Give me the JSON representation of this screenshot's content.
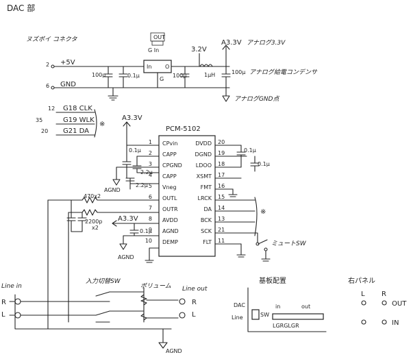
{
  "title": "DAC 部",
  "power": {
    "heading": "ヌズボイ コネクタ",
    "pin2": "2",
    "pin2_label": "+5V",
    "pin6": "6",
    "pin6_label": "GND",
    "reg_top": "OUT",
    "reg_bottom": "G In",
    "reg_in": "In",
    "reg_out": "O",
    "reg_g": "G",
    "v32": "3.2V",
    "a33": "A3.3V",
    "analog33": "アナログ3.3V",
    "c100a": "100μ",
    "c01a": "0.1μ",
    "c100b": "100μ",
    "ind": "1μH",
    "c100c": "100μ",
    "cap_note": "アナログ給電コンデンサ",
    "agnd_note": "アナログGND点"
  },
  "bus": {
    "pin12": "12",
    "pin12_label": "G18 CLK",
    "pin35": "35",
    "pin35_label": "G19 WLK",
    "pin20": "20",
    "pin20_label": "G21 DA",
    "mark": "※"
  },
  "ic": {
    "name": "PCM-5102",
    "left_pins": [
      {
        "num": "1",
        "name": "CPvin"
      },
      {
        "num": "2",
        "name": "CAPP"
      },
      {
        "num": "3",
        "name": "CPGND"
      },
      {
        "num": "4",
        "name": "CAPP"
      },
      {
        "num": "5",
        "name": "Vneg"
      },
      {
        "num": "6",
        "name": "OUTL"
      },
      {
        "num": "7",
        "name": "OUTR"
      },
      {
        "num": "8",
        "name": "AVDD"
      },
      {
        "num": "9",
        "name": "AGND"
      },
      {
        "num": "10",
        "name": "DEMP"
      }
    ],
    "right_pins": [
      {
        "num": "20",
        "name": "DVDD"
      },
      {
        "num": "19",
        "name": "DGND"
      },
      {
        "num": "18",
        "name": "LDOO"
      },
      {
        "num": "17",
        "name": "XSMT"
      },
      {
        "num": "16",
        "name": "FMT"
      },
      {
        "num": "15",
        "name": "LRCK"
      },
      {
        "num": "14",
        "name": "DA"
      },
      {
        "num": "13",
        "name": "BCK"
      },
      {
        "num": "21",
        "name": "SCK"
      },
      {
        "num": "11",
        "name": "FLT"
      }
    ]
  },
  "ic_parts": {
    "a33": "A3.3V",
    "c01": "0.1μ",
    "c22": "2.2μ",
    "c22b": "2.2μ",
    "agnd1": "AGND",
    "r470": "470x2",
    "c2200p": "2200p",
    "x2": "x2",
    "a33b": "A3.3V",
    "c01b": "0.1μ",
    "agnd2": "AGND",
    "rc01": "0.1μ",
    "rc01b": "0.1μ",
    "mute_sw": "ミュートSW",
    "mark": "※"
  },
  "io": {
    "line_in": "Line in",
    "line_out": "Line out",
    "in_sel": "入力切替SW",
    "volume": "ボリューム",
    "r": "R",
    "l": "L",
    "agnd": "AGND"
  },
  "board": {
    "title": "基板配置",
    "dac": "DAC",
    "line": "Line",
    "sw": "SW",
    "in": "in",
    "out": "out",
    "order": "LGRGLGR"
  },
  "panel": {
    "title": "右パネル",
    "l": "L",
    "r": "R",
    "out": "OUT",
    "in": "IN"
  }
}
